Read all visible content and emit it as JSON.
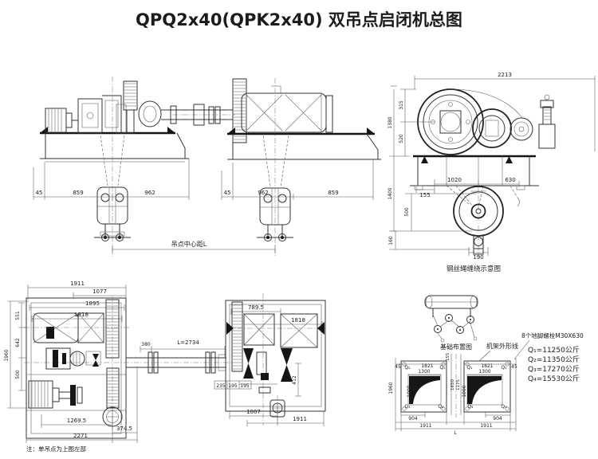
{
  "title": "QPQ2x40(QPK2x40) 双吊点启闭机总图",
  "colors": {
    "title_blue": "#1565c0",
    "line_dark": "#333333"
  },
  "front_view": {
    "left_dims": [
      "45",
      "859",
      "962"
    ],
    "right_dims": [
      "45",
      "962",
      "859"
    ],
    "center_label": "吊点中心距L"
  },
  "side_view": {
    "width_dim": "2213",
    "height_dims": [
      "1380",
      "315",
      "520",
      "1400"
    ],
    "rope_dims": [
      "155",
      "1020",
      "630",
      "500",
      "160",
      "190"
    ],
    "caption": "钢丝绳缠绕示意图"
  },
  "plan_left": {
    "top_dims": [
      "1911",
      "1077",
      "1895",
      "1818"
    ],
    "left_dims": [
      "551",
      "642",
      "500",
      "1960"
    ],
    "bottom_dims": [
      "1269.5",
      "374.5",
      "2271"
    ],
    "shaft_dims": [
      "380",
      "L=2734"
    ],
    "note": "注：单吊点为上图左部"
  },
  "plan_right": {
    "top_dims": [
      "789.5",
      "1818"
    ],
    "small_dims": [
      "235",
      "195",
      "195",
      "412"
    ],
    "bottom_dims": [
      "1007",
      "1911"
    ]
  },
  "foundation": {
    "rope_caption": "基础布置图",
    "frame_caption": "机架外形线",
    "bolt_note": "8个地脚螺栓M30X630",
    "weights": [
      "Q₁=11250公斤",
      "Q₂=11350公斤",
      "Q₃=17270公斤",
      "Q₄=15530公斤"
    ],
    "top_dims": [
      "45",
      "1821",
      "155",
      "1821",
      "45"
    ],
    "corner_labels": [
      "Q₂",
      "Q₁",
      "Q₁",
      "Q₂",
      "Q₃",
      "Q₄",
      "Q₄",
      "Q₃"
    ],
    "inner_dims": [
      "1300",
      "1000"
    ],
    "mid_dims": [
      "1650",
      "1175"
    ],
    "left_dim": "1960",
    "bottom_dims": [
      "904",
      "1911",
      "1911",
      "904",
      "L"
    ]
  }
}
